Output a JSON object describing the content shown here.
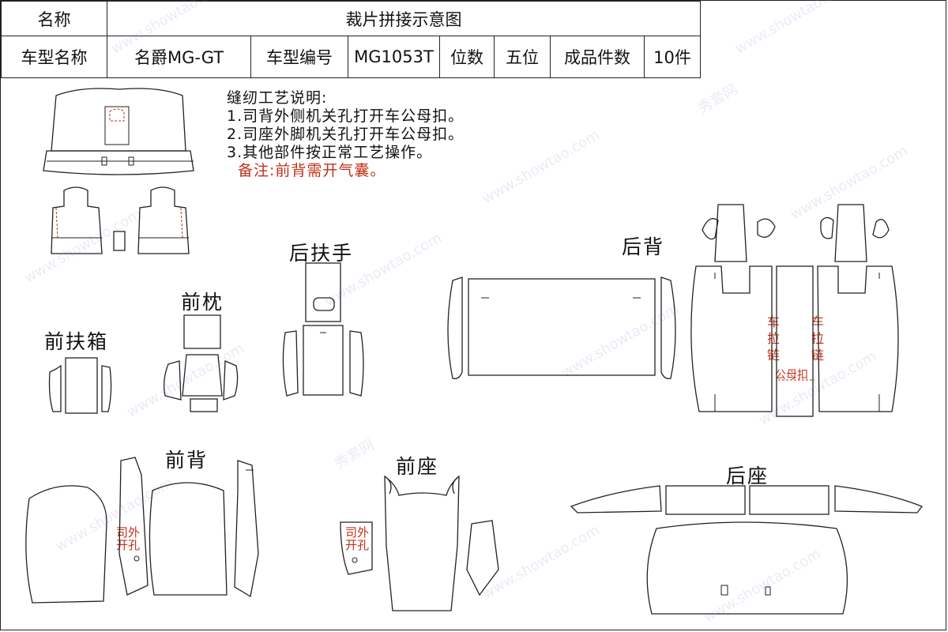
{
  "header": {
    "name_label": "名称",
    "title": "裁片拼接示意图",
    "model_name_label": "车型名称",
    "model_name": "名爵MG-GT",
    "model_code_label": "车型编号",
    "model_code": "MG1053T",
    "seats_label": "位数",
    "seats": "五位",
    "pieces_label": "成品件数",
    "pieces": "10件"
  },
  "notes": {
    "title": "缝纫工艺说明:",
    "items": [
      "1.司背外侧机关孔打开车公母扣。",
      "2.司座外脚机关孔打开车公母扣。",
      "3.其他部件按正常工艺操作。"
    ],
    "remark": "备注:前背需开气囊。"
  },
  "labels": {
    "rear_armrest": "后扶手",
    "front_pillow": "前枕",
    "front_armbox": "前扶箱",
    "rear_back": "后背",
    "front_back": "前背",
    "front_seat": "前座",
    "rear_seat": "后座"
  },
  "annotations": {
    "zipper_left": "车拉链",
    "zipper_right": "车拉链",
    "snap_fastener": "公母扣",
    "driver_hole_back": "司外开孔",
    "driver_hole_seat": "司外开孔"
  },
  "watermark": {
    "url": "www.showtao.com",
    "brand": "秀套网"
  }
}
